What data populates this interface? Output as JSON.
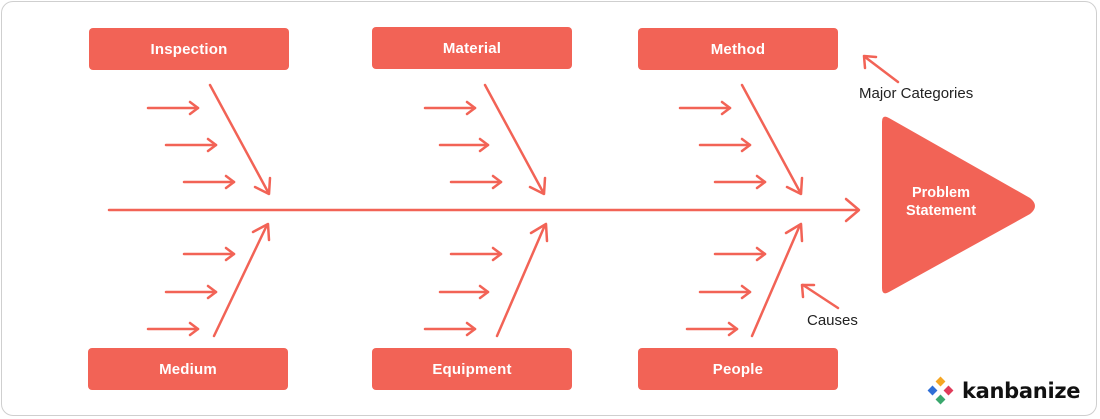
{
  "categories": {
    "top": [
      "Inspection",
      "Material",
      "Method"
    ],
    "bottom": [
      "Medium",
      "Equipment",
      "People"
    ]
  },
  "problem": [
    "Problem",
    "Statement"
  ],
  "annotations": {
    "major_categories": "Major Categories",
    "causes": "Causes"
  },
  "logo": {
    "text": "kanbanize"
  },
  "colors": {
    "accent": "#f26356",
    "text": "#222222"
  }
}
